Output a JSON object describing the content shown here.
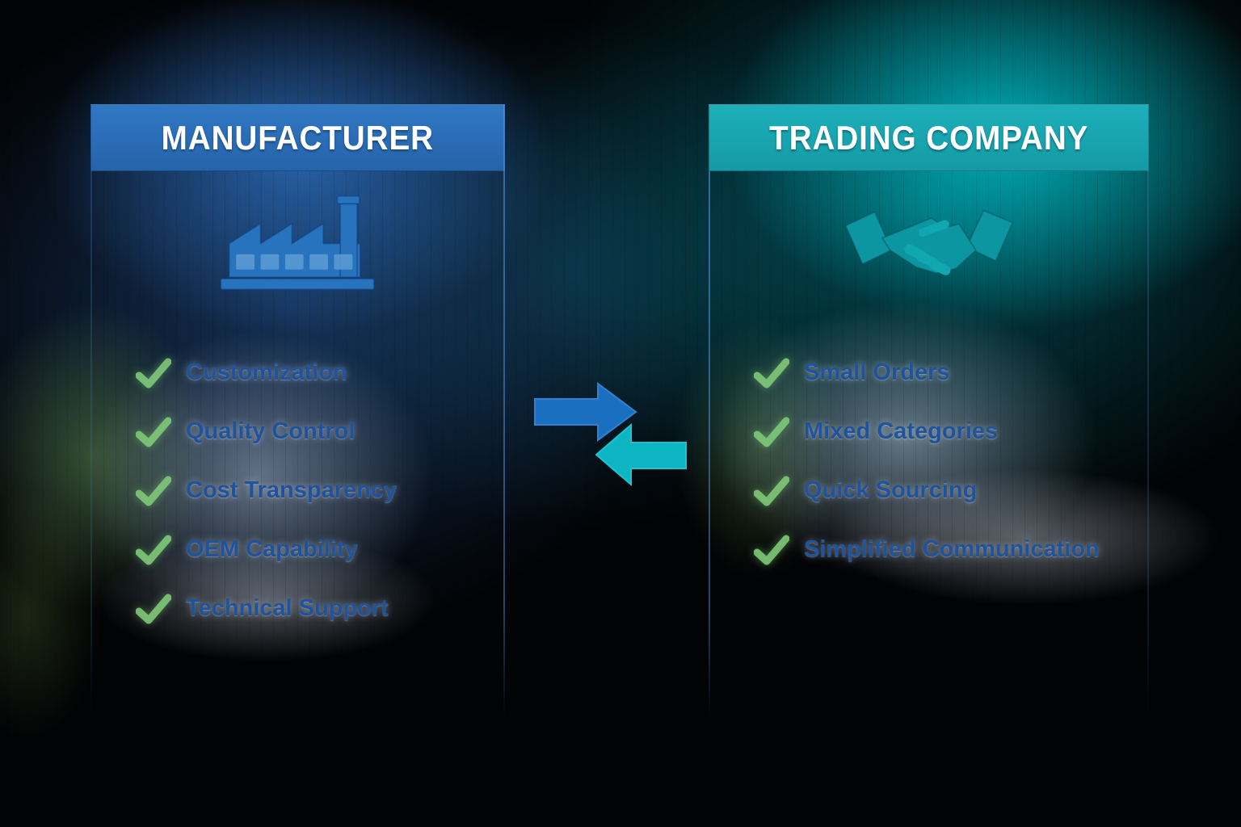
{
  "infographic": {
    "left": {
      "header": "MANUFACTURER",
      "icon": "factory-icon",
      "items": [
        "Customization",
        "Quality Control",
        "Cost Transparency",
        "OEM Capability",
        "Technical Support"
      ]
    },
    "right": {
      "header": "TRADING COMPANY",
      "icon": "handshake-icon",
      "items": [
        "Small Orders",
        "Mixed Categories",
        "Quick Sourcing",
        "Simplified Communication"
      ]
    },
    "colors": {
      "left_header_bg": "#2a6db6",
      "right_header_bg": "#17a3ad",
      "right_arrow": "#1b6fc1",
      "left_arrow": "#0db5c3",
      "checkmark": "#7ec878",
      "item_text": "#21539b",
      "header_text": "#ffffff",
      "background": "#020305"
    }
  }
}
